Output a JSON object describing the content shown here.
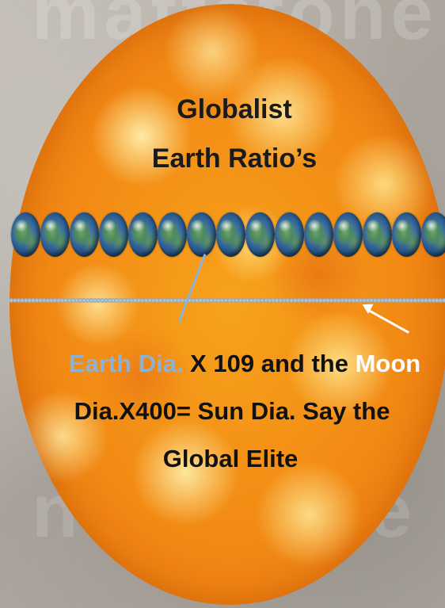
{
  "watermark": {
    "top_text": "mattstone",
    "bottom_text": "nattstone"
  },
  "title": {
    "line1": "Globalist",
    "line2": "Earth Ratio’s"
  },
  "earths": {
    "count": 15
  },
  "caption": {
    "earth_label": "Earth Dia.",
    "part1": " X 109 and the ",
    "moon_label": "Moon",
    "line2": "Dia.X400= Sun Dia. Say the",
    "line3": "Global Elite"
  },
  "colors": {
    "sun_center": "#f7a21c",
    "sun_edge": "#d8680c",
    "earth_label": "#8fb2d2",
    "moon_label": "#ffffff",
    "text": "#111111"
  }
}
